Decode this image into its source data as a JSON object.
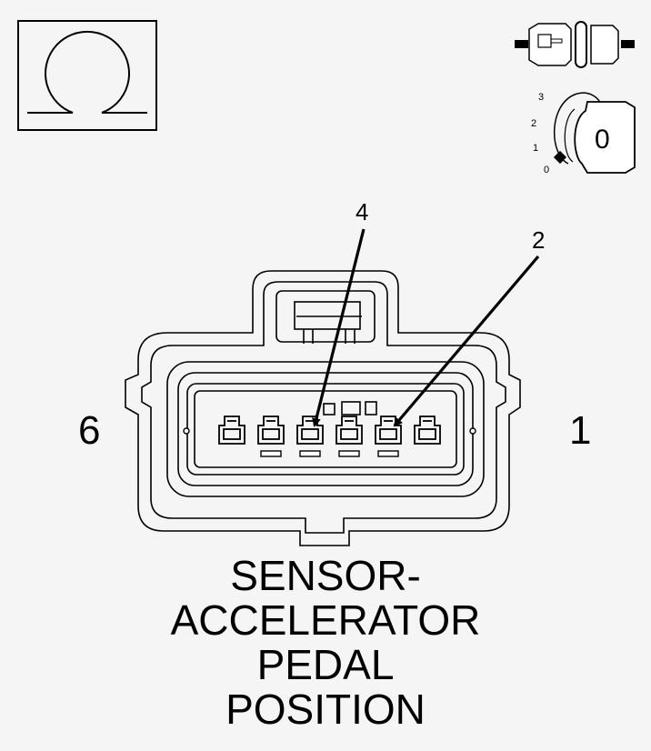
{
  "symbols": {
    "ohmmeter": "omega-icon",
    "connector_state": "disconnected-connector-icon",
    "ignition": "ignition-key-icon"
  },
  "ignition": {
    "positions": [
      "3",
      "2",
      "1",
      "0"
    ],
    "state": "0"
  },
  "connector": {
    "end_left": "6",
    "end_right": "1",
    "callouts": [
      "4",
      "2"
    ]
  },
  "caption": {
    "lines": [
      "SENSOR-",
      "ACCELERATOR",
      "PEDAL",
      "POSITION"
    ]
  },
  "colors": {
    "background": "#f5f5f5",
    "ink": "#000000"
  }
}
